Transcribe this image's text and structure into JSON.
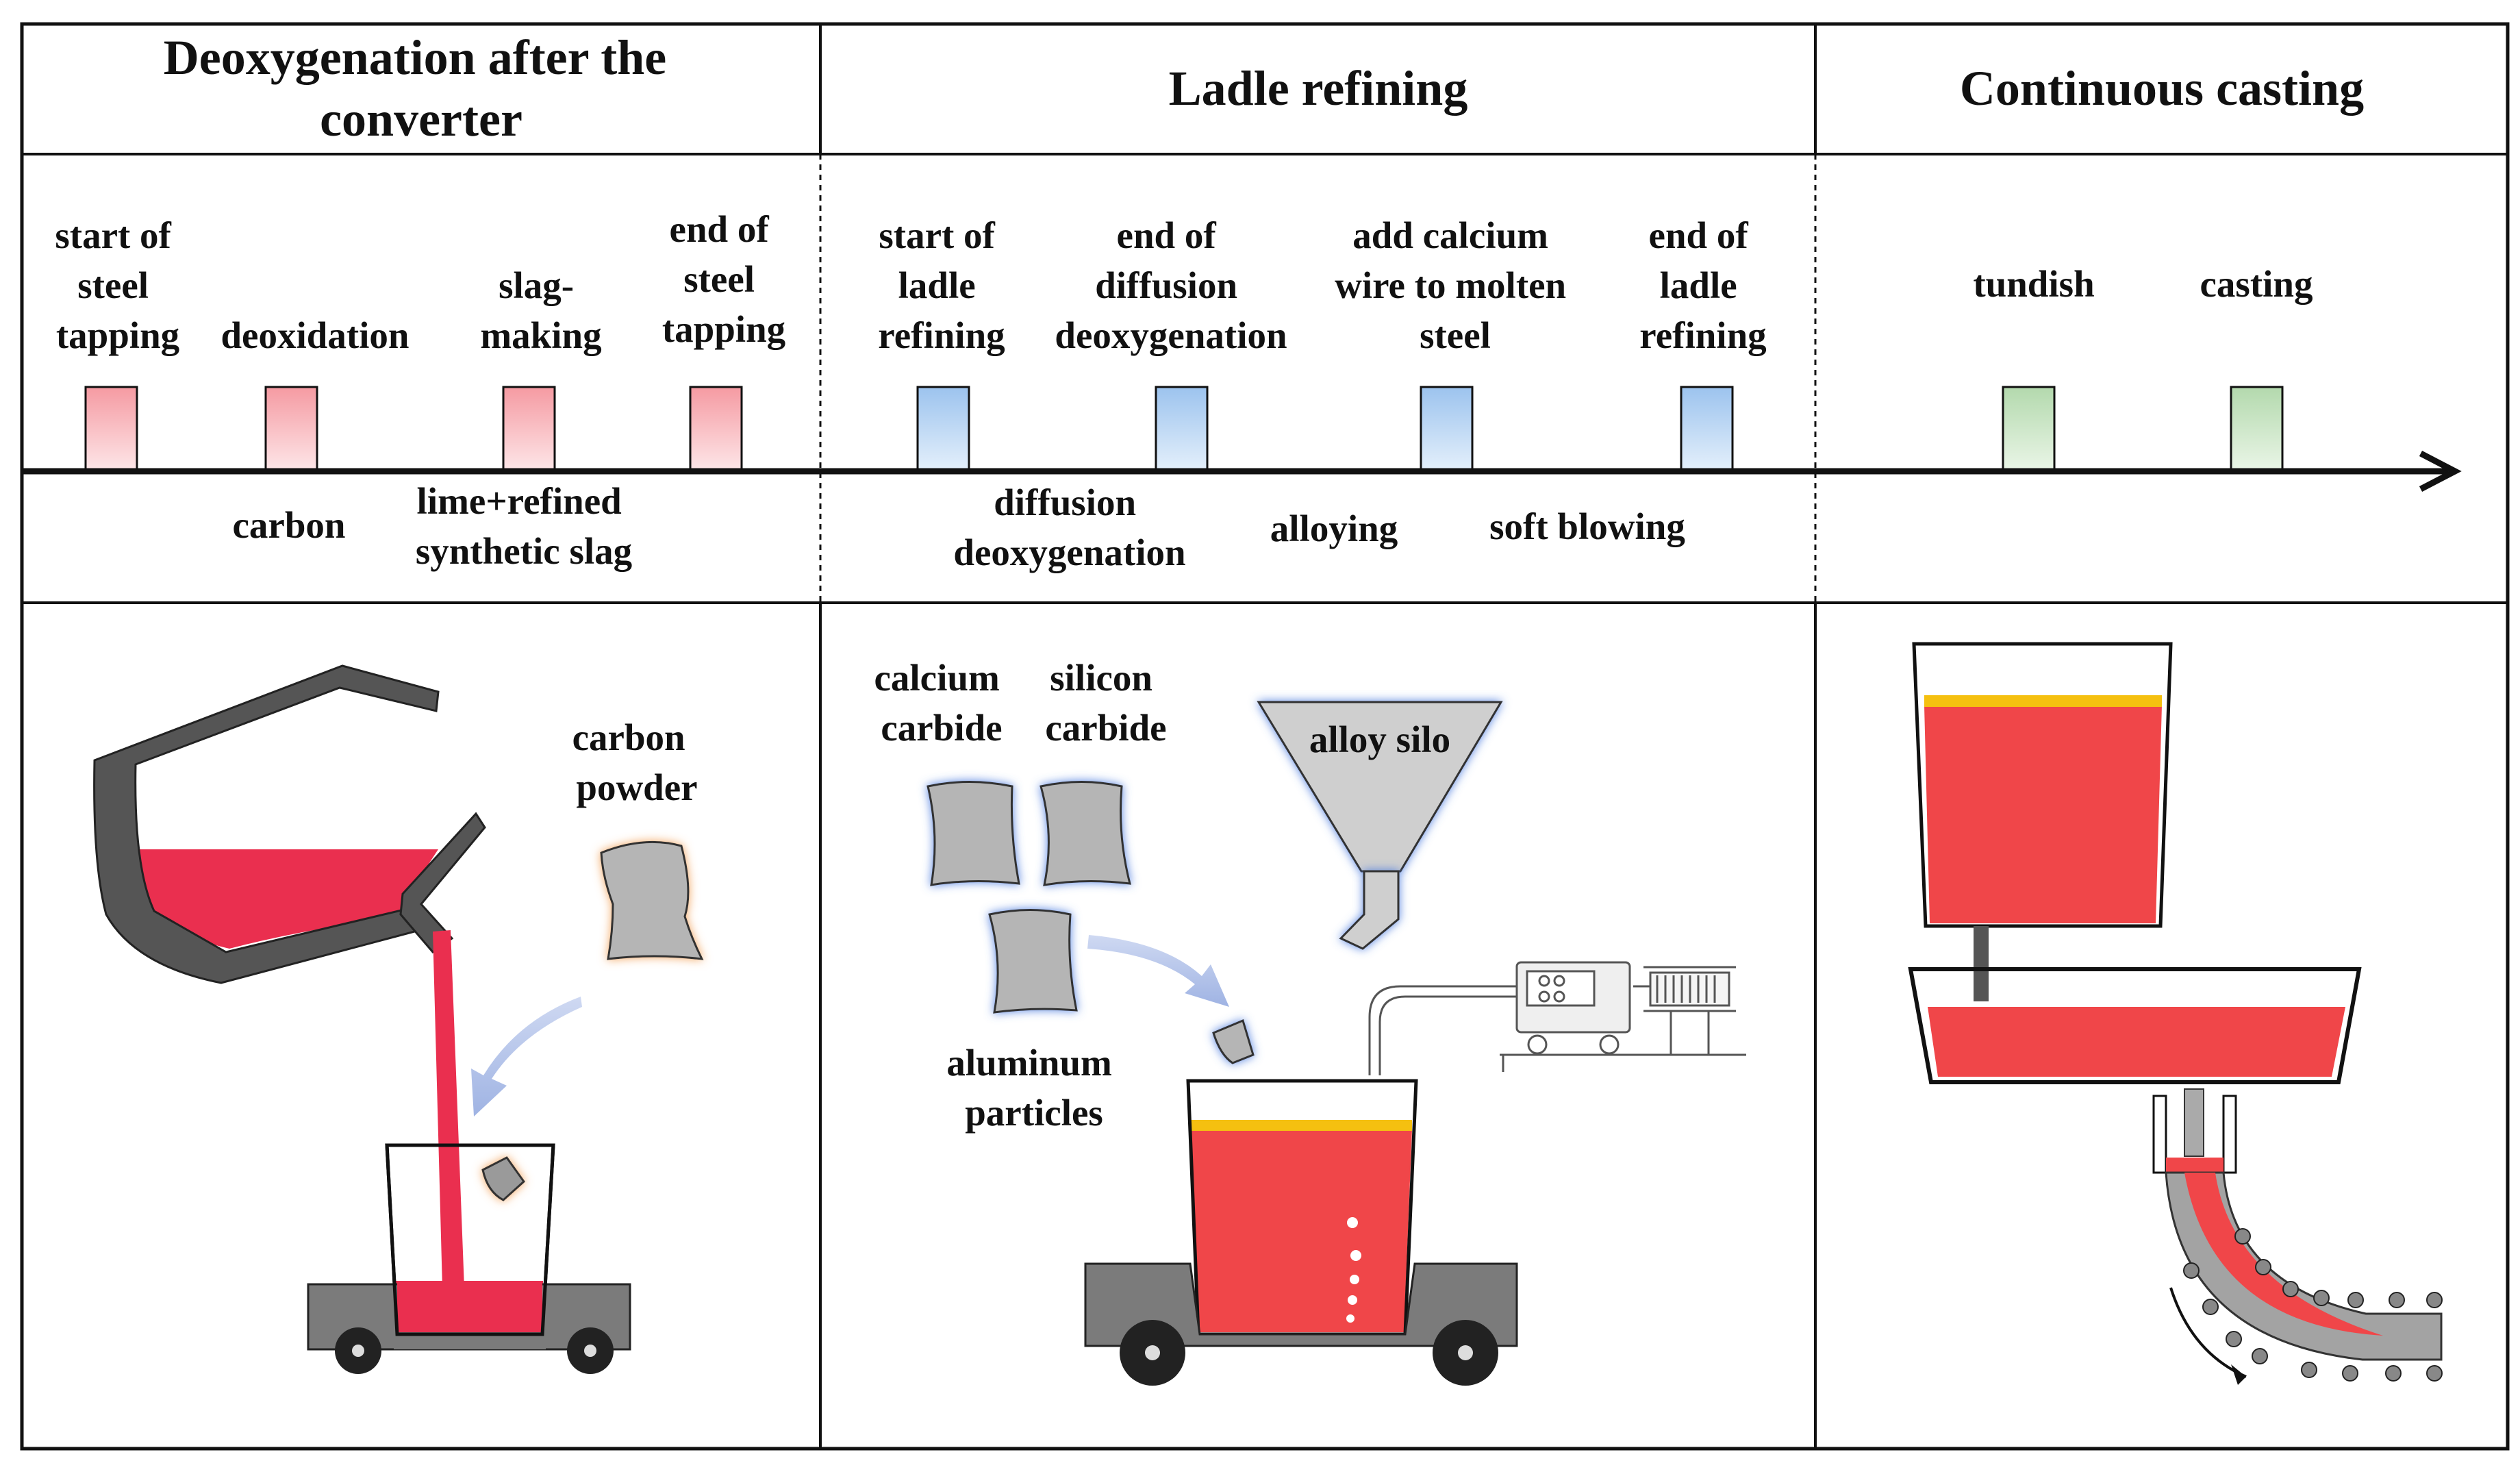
{
  "headers": {
    "deoxygenation": [
      "Deoxygenation after the",
      "converter"
    ],
    "ladle": "Ladle refining",
    "casting": "Continuous casting"
  },
  "timeline_top": {
    "start_tapping": [
      "start of",
      "steel",
      "tapping"
    ],
    "deoxidation": "deoxidation",
    "slag_making": [
      "slag-",
      "making"
    ],
    "end_tapping": [
      "end of",
      "steel",
      "tapping"
    ],
    "start_ladle": [
      "start of",
      "ladle",
      "refining"
    ],
    "end_diffusion": [
      "end of",
      "diffusion",
      "deoxygenation"
    ],
    "add_calcium": [
      "add calcium",
      "wire to molten",
      "steel"
    ],
    "end_ladle": [
      "end of",
      "ladle",
      "refining"
    ],
    "tundish": "tundish",
    "casting": "casting"
  },
  "timeline_bottom": {
    "carbon": "carbon",
    "lime": [
      "lime+refined",
      "synthetic slag"
    ],
    "diffusion": [
      "diffusion",
      "deoxygenation"
    ],
    "alloying": "alloying",
    "soft_blowing": "soft blowing"
  },
  "illustration": {
    "carbon_powder": [
      "carbon",
      "powder"
    ],
    "calcium_carbide": [
      "calcium",
      "carbide"
    ],
    "silicon_carbide": [
      "silicon",
      "carbide"
    ],
    "alloy_silo": "alloy silo",
    "aluminum_particles": [
      "aluminum",
      "particles"
    ]
  },
  "colors": {
    "molten_steel": "#f04649",
    "pour_stream": "#ea2f4f",
    "slag_layer": "#f5c010",
    "marker_red": "#f7b6bb",
    "marker_blue": "#b9d6f3",
    "marker_green": "#c6e4c1",
    "equipment_gray": "#505050",
    "bag_gray": "#b5b5b5"
  }
}
